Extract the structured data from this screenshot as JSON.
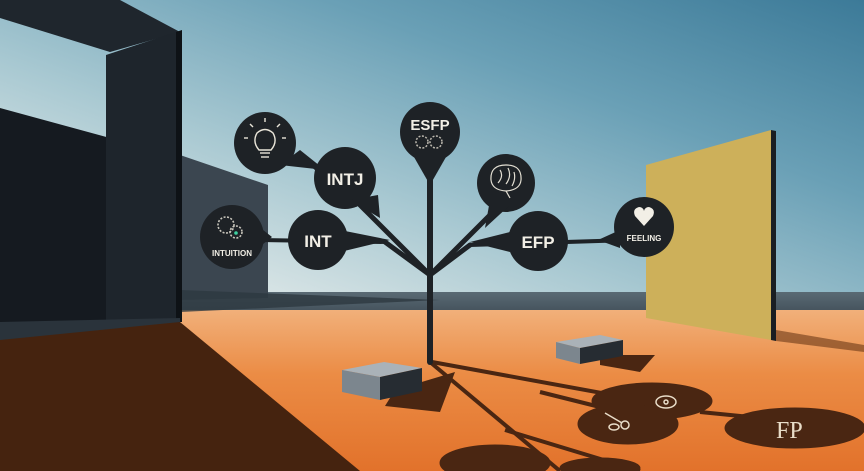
{
  "scene": {
    "description": "Surreal minimalist landscape with a black signpost tree of speech-bubble nodes labeled with personality types",
    "colors": {
      "sky_top": "#3c7a98",
      "sky_bottom": "#eef2f0",
      "ground": "#eb8c45",
      "ground_shadow": "#4a2612",
      "bubble": "#1e2226",
      "yellow_wall": "#cfb25a",
      "dark_wall": "#1b2128",
      "block": "#8a949c"
    }
  },
  "tree": {
    "nodes": [
      {
        "id": "lightbulb",
        "label": "",
        "icon": "lightbulb-icon"
      },
      {
        "id": "intj",
        "label": "INTJ",
        "icon": ""
      },
      {
        "id": "intuition",
        "label": "INTUITION",
        "icon": "gears-icon"
      },
      {
        "id": "int",
        "label": "INT",
        "icon": ""
      },
      {
        "id": "esfp",
        "label": "ESFP",
        "icon": "gears-icon"
      },
      {
        "id": "brain",
        "label": "",
        "icon": "brain-icon"
      },
      {
        "id": "efp",
        "label": "EFP",
        "icon": ""
      },
      {
        "id": "feeling",
        "label": "FEELING",
        "icon": "heart-icon"
      }
    ]
  },
  "shadow": {
    "labels": [
      "FP"
    ],
    "icons": [
      "gear-face-icon",
      "key-gear-icon"
    ]
  }
}
